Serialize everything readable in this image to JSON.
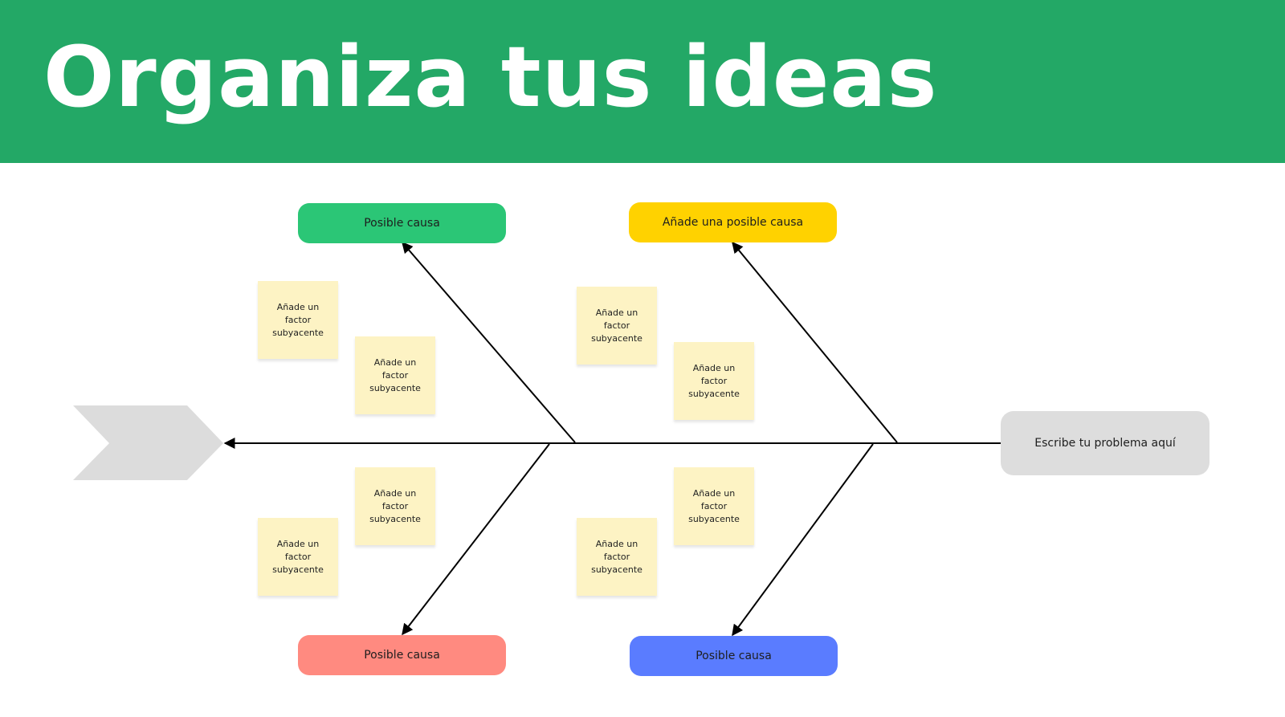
{
  "header": {
    "title": "Organiza tus ideas",
    "background": "#23a866"
  },
  "diagram": {
    "type": "fishbone",
    "problem": {
      "label": "Escribe tu problema aquí",
      "color": "#dddddd"
    },
    "causes": [
      {
        "label": "Posible causa",
        "color": "#2bc676"
      },
      {
        "label": "Añade una posible causa",
        "color": "#ffd200"
      },
      {
        "label": "Posible causa",
        "color": "#ff8a80"
      },
      {
        "label": "Posible causa",
        "color": "#5a7cff"
      }
    ],
    "notes": [
      {
        "text": "Añade un factor subyacente"
      },
      {
        "text": "Añade un factor subyacente"
      },
      {
        "text": "Añade un factor subyacente"
      },
      {
        "text": "Añade un factor subyacente"
      },
      {
        "text": "Añade un factor subyacente"
      },
      {
        "text": "Añade un factor subyacente"
      },
      {
        "text": "Añade un factor subyacente"
      },
      {
        "text": "Añade un factor subyacente"
      }
    ],
    "note_color": "#fdf3c4",
    "head_shape_color": "#dcdcdc",
    "line_color": "#000000"
  }
}
